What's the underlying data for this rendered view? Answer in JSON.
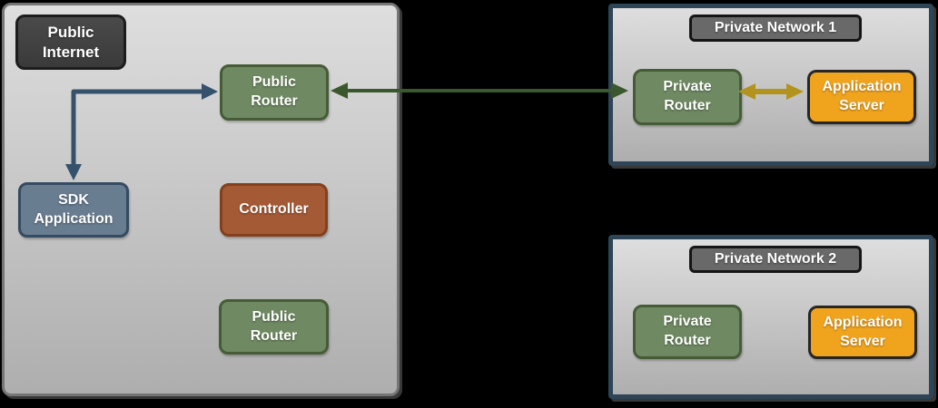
{
  "colors": {
    "background": "#000000",
    "zone_fill_top": "#dedede",
    "zone_fill_bottom": "#aeaeae",
    "public_zone_border": "#757575",
    "private_zone_border": "#2d4557",
    "internet_label_fill": "#424242",
    "network_title_fill": "#696969",
    "router_green_fill": "#6f8a62",
    "router_green_border": "#465c36",
    "sdk_blue_fill": "#697d91",
    "sdk_blue_border": "#344b61",
    "controller_fill": "#a55a36",
    "controller_border": "#84401c",
    "app_server_fill": "#f0a41e",
    "app_server_border": "#262626",
    "arrow_navy": "#35516c",
    "arrow_green": "#3b572e",
    "arrow_yellow": "#b2931d"
  },
  "public_internet": {
    "label": "Public\nInternet",
    "public_router_top": "Public\nRouter",
    "sdk_application": "SDK\nApplication",
    "controller": "Controller",
    "public_router_bottom": "Public\nRouter"
  },
  "private_network_1": {
    "title": "Private Network 1",
    "private_router": "Private\nRouter",
    "application_server": "Application\nServer"
  },
  "private_network_2": {
    "title": "Private Network 2",
    "private_router": "Private\nRouter",
    "application_server": "Application\nServer"
  },
  "connections": [
    {
      "from": "SDK Application",
      "to": "Public Router (top)",
      "color": "#35516c",
      "bidirectional": true
    },
    {
      "from": "Public Router (top)",
      "to": "Private Router (Private Network 1)",
      "color": "#3b572e",
      "bidirectional": true
    },
    {
      "from": "Private Router (Private Network 1)",
      "to": "Application Server (Private Network 1)",
      "color": "#b2931d",
      "bidirectional": true
    }
  ]
}
